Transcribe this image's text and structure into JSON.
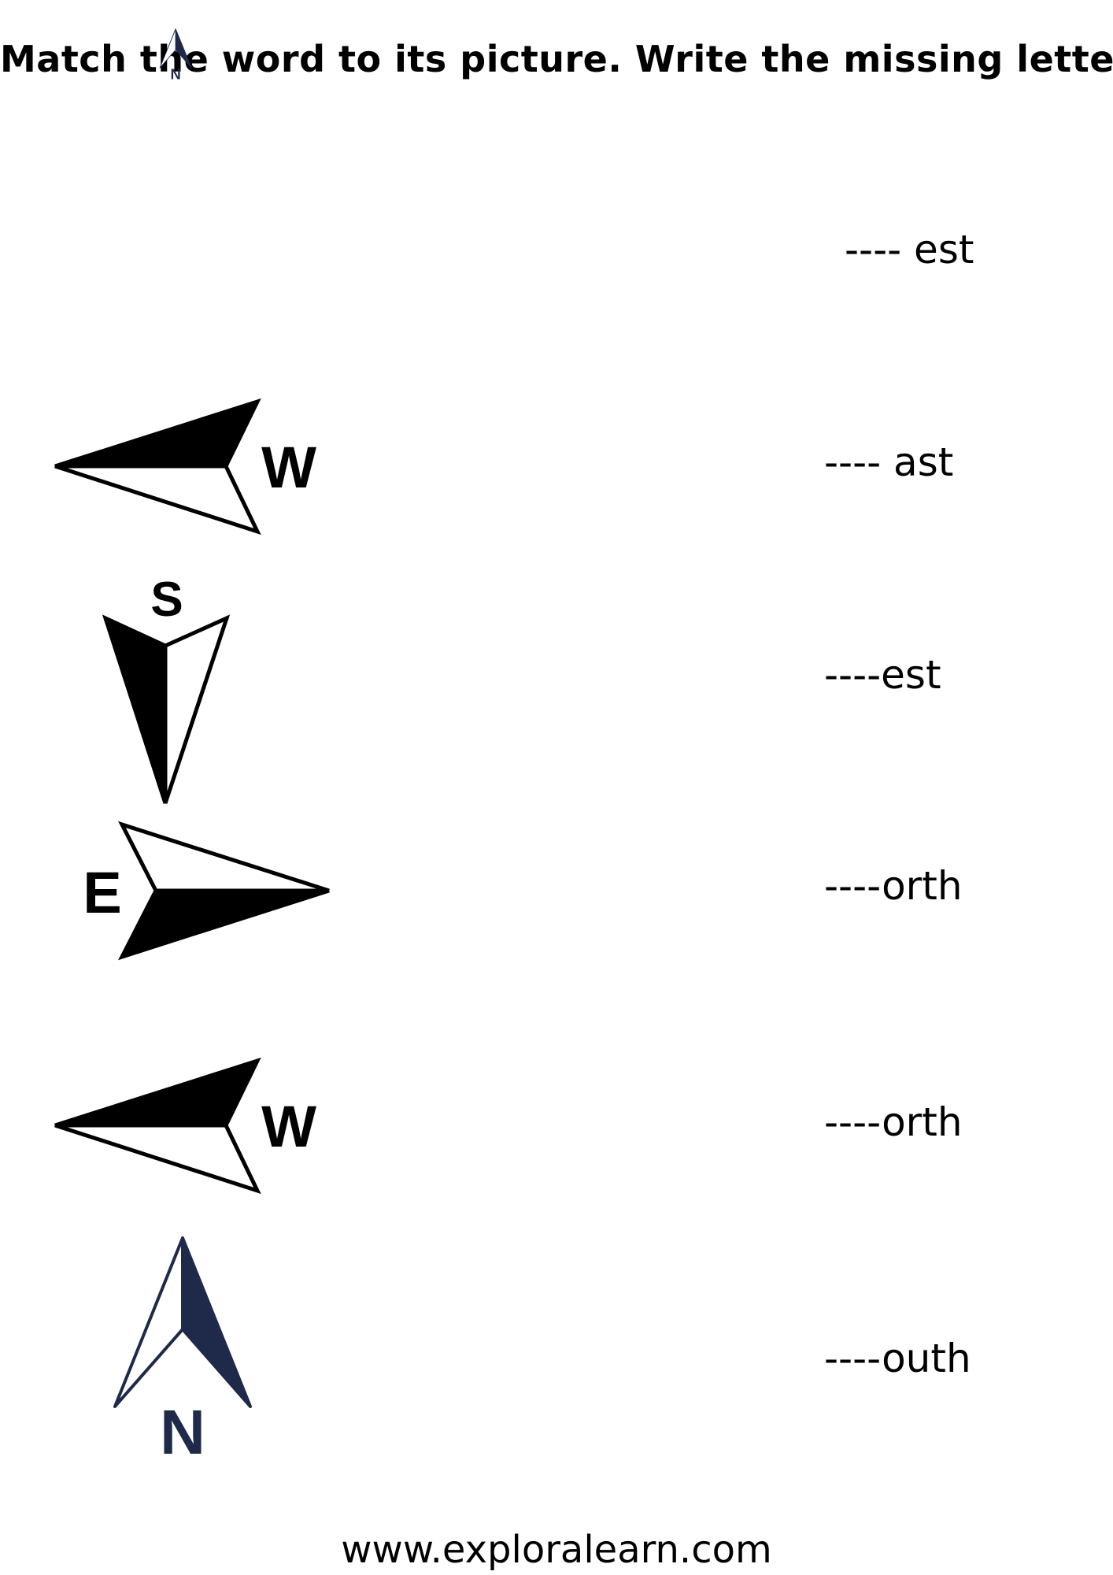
{
  "title": "Match the word to its picture. Write the missing letter.",
  "colors": {
    "navy": "#1f2a4a",
    "black": "#000000"
  },
  "items": [
    {
      "letter": "N",
      "direction": "north",
      "icon": "north-arrow-icon",
      "color": "#1f2a4a"
    },
    {
      "letter": "W",
      "direction": "west",
      "icon": "west-arrow-icon",
      "color": "#000000"
    },
    {
      "letter": "S",
      "direction": "south",
      "icon": "south-arrow-icon",
      "color": "#000000"
    },
    {
      "letter": "E",
      "direction": "east",
      "icon": "east-arrow-icon",
      "color": "#000000"
    },
    {
      "letter": "W",
      "direction": "west",
      "icon": "west-arrow-icon",
      "color": "#000000"
    },
    {
      "letter": "N",
      "direction": "north",
      "icon": "north-arrow-icon",
      "color": "#1f2a4a"
    }
  ],
  "words": [
    "---- est",
    "---- ast",
    "----est",
    "----orth",
    "----orth",
    "----outh"
  ],
  "footer": "www.exploralearn.com"
}
